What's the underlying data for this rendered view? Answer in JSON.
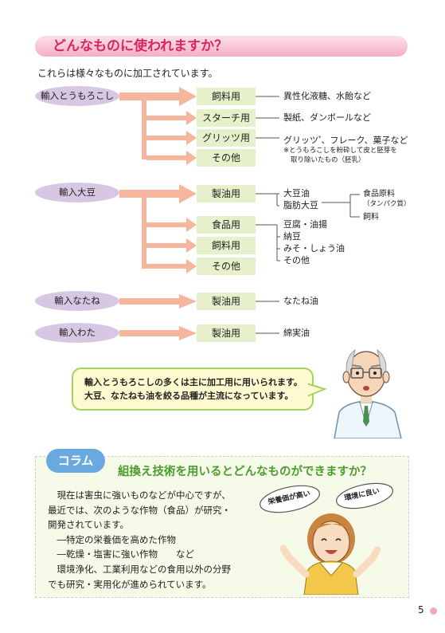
{
  "header": {
    "title": "どんなものに使われますか？"
  },
  "intro": "これらは様々なものに加工されています。",
  "sources": {
    "corn": "輸入とうもろこし",
    "soy": "輸入大豆",
    "rapeseed": "輸入なたね",
    "cotton": "輸入わた"
  },
  "corn_uses": [
    "飼料用",
    "スターチ用",
    "グリッツ用",
    "その他"
  ],
  "corn_products": {
    "feed": "異性化液糖、水飴など",
    "starch": "製紙、ダンボールなど",
    "grits": "グリッツ",
    "grits_mark": "*",
    "grits_rest": "、フレーク、菓子など",
    "note_line1": "※とうもろこしを粉砕して皮と胚芽を",
    "note_line2": "取り除いたもの（胚乳）"
  },
  "soy_uses": [
    "製油用",
    "食品用",
    "飼料用",
    "その他"
  ],
  "soy_products": {
    "oil": "大豆油",
    "meal": "脂肪大豆",
    "food_material": "食品原料",
    "protein": "（タンパク質）",
    "feed": "飼料",
    "tofu": "豆腐・油揚",
    "natto": "納豆",
    "miso": "みそ・しょう油",
    "other": "その他"
  },
  "rapeseed_use": "製油用",
  "rapeseed_product": "なたね油",
  "cotton_use": "製油用",
  "cotton_product": "綿実油",
  "speech": {
    "line1": "輸入とうもろこしの多くは主に加工用に用いられます。",
    "line2": "大豆、なたねも油を絞る品種が主流になっています。"
  },
  "column": {
    "label": "コラム",
    "title": "組換え技術を用いるとどんなものができますか？",
    "lines": [
      "　現在は害虫に強いものなどが中心ですが、",
      "最近では、次のような作物（食品）が研究・",
      "開発されています。",
      "　―特定の栄養価を高めた作物",
      "　―乾燥・塩害に強い作物　　など",
      "　環境浄化、工業利用などの食用以外の分野",
      "でも研究・実用化が進められています。"
    ],
    "bubble_left": "栄養価が高い",
    "bubble_right": "環境に良い"
  },
  "page_number": "5",
  "colors": {
    "accent_pink": "#d8265f",
    "arrow": "#f6b59d",
    "use_box": "#e6f1cb",
    "oval": "#d8c7e3",
    "column_title": "#4c9b2e"
  }
}
